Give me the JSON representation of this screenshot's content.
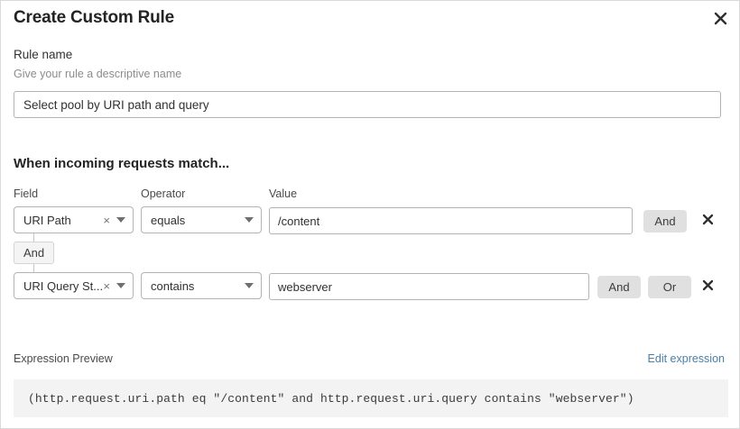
{
  "dialog": {
    "title": "Create Custom Rule",
    "close_icon": "close-icon"
  },
  "rule_name": {
    "label": "Rule name",
    "help": "Give your rule a descriptive name",
    "value": "Select pool by URI path and query",
    "placeholder": "Select pool by URI path and query"
  },
  "match_section": {
    "title": "When incoming requests match...",
    "columns": {
      "field": "Field",
      "operator": "Operator",
      "value": "Value"
    },
    "connector": {
      "label": "And"
    },
    "rows": [
      {
        "field": "URI Path",
        "clear": "×",
        "operator": "equals",
        "value": "/content",
        "placeholder": "",
        "buttons": [
          "And"
        ],
        "delete_icon": "close-icon"
      },
      {
        "field": "URI Query St...",
        "clear": "×",
        "operator": "contains",
        "value": "webserver",
        "placeholder": "",
        "buttons": [
          "And",
          "Or"
        ],
        "delete_icon": "close-icon"
      }
    ]
  },
  "expression_preview": {
    "label": "Expression Preview",
    "edit_link": "Edit expression",
    "code": "(http.request.uri.path eq \"/content\" and http.request.uri.query contains \"webserver\")"
  },
  "colors": {
    "link": "#4a7fa8",
    "button_bg": "#e0e0e0",
    "code_bg": "#f3f3f3",
    "border": "#b3b3b3"
  }
}
